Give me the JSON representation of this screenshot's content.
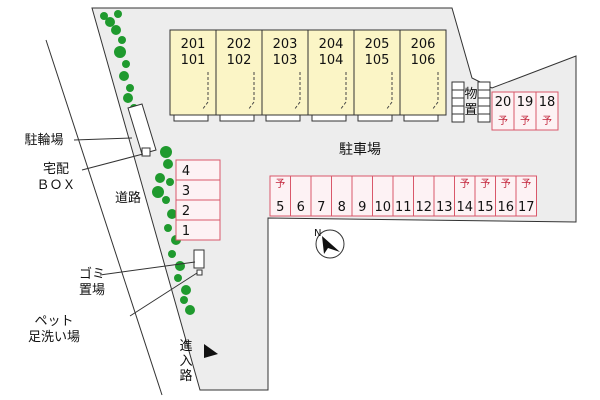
{
  "labels": {
    "bicycle_parking": "駐輪場",
    "delivery_box": "宅配\nＢＯＸ",
    "road": "道路",
    "garbage": "ゴミ\n置場",
    "pet_wash": "ペット\n足洗い場",
    "entrance_road": "進\n入\n路",
    "parking_lot": "駐車場",
    "storage": "物\n置"
  },
  "buildings": [
    {
      "upper": "201",
      "lower": "101"
    },
    {
      "upper": "202",
      "lower": "102"
    },
    {
      "upper": "203",
      "lower": "103"
    },
    {
      "upper": "204",
      "lower": "104"
    },
    {
      "upper": "205",
      "lower": "105"
    },
    {
      "upper": "206",
      "lower": "106"
    }
  ],
  "left_spaces": [
    {
      "number": "4"
    },
    {
      "number": "3"
    },
    {
      "number": "2"
    },
    {
      "number": "1"
    }
  ],
  "parking_row": [
    {
      "number": "5",
      "reserved": true
    },
    {
      "number": "6",
      "reserved": false
    },
    {
      "number": "7",
      "reserved": false
    },
    {
      "number": "8",
      "reserved": false
    },
    {
      "number": "9",
      "reserved": false
    },
    {
      "number": "10",
      "reserved": false
    },
    {
      "number": "11",
      "reserved": false
    },
    {
      "number": "12",
      "reserved": false
    },
    {
      "number": "13",
      "reserved": false
    },
    {
      "number": "14",
      "reserved": true
    },
    {
      "number": "15",
      "reserved": true
    },
    {
      "number": "16",
      "reserved": true
    },
    {
      "number": "17",
      "reserved": true
    }
  ],
  "top_right_spaces": [
    {
      "number": "20",
      "reserved": true
    },
    {
      "number": "19",
      "reserved": true
    },
    {
      "number": "18",
      "reserved": true
    }
  ],
  "reserved_mark": "予",
  "compass_letter": "N",
  "colors": {
    "lot_fill": "#ededed",
    "building_fill": "#fbf5c6",
    "space_stroke": "#d9586a",
    "space_fill": "#fdf2f4",
    "tree": "#1f9a2e",
    "reserved_text": "#c2233a"
  }
}
